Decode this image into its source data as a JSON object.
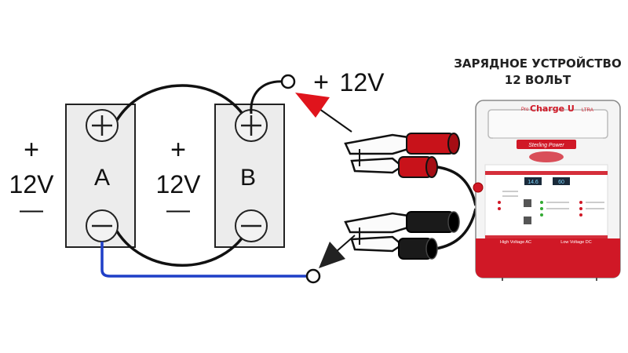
{
  "title": {
    "line1": "ЗАРЯДНОЕ УСТРОЙСТВО",
    "line2": "12 ВОЛЬТ"
  },
  "batteries": {
    "a": {
      "label": "A",
      "plus": "+",
      "minus": "−"
    },
    "b": {
      "label": "B",
      "plus": "+",
      "minus": "−"
    },
    "left_voltage": {
      "plus": "+",
      "value": "12V",
      "minus": "—"
    },
    "middle_voltage": {
      "plus": "+",
      "value": "12V",
      "minus": "—"
    }
  },
  "output": {
    "plus": "+",
    "value": "12V"
  },
  "charger": {
    "brand_small": "Pro",
    "brand": "Charge U",
    "brand_suffix": "LTRA",
    "maker": "Sterling Power",
    "display_left": "14.6",
    "display_right": "60",
    "bottom_left": "High Voltage AC",
    "bottom_right": "Low Voltage DC"
  },
  "colors": {
    "ground_wire": "#1f3fc7",
    "arrow_red": "#e0141c",
    "clamp_red": "#c8121a",
    "clamp_black": "#1a1a1a",
    "charger_red": "#d01826"
  }
}
